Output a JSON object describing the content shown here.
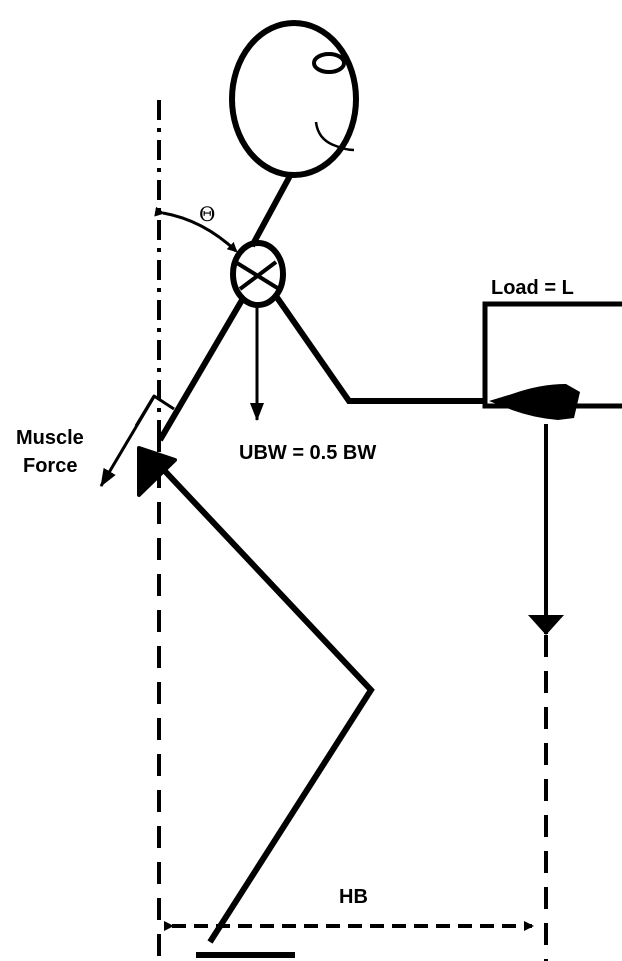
{
  "labels": {
    "theta": "Θ",
    "load": "Load = L",
    "muscle_line1": "Muscle",
    "muscle_line2": "Force",
    "ubw": "UBW = 0.5 BW",
    "hb": "HB"
  },
  "colors": {
    "ink": "#000000",
    "background": "#ffffff"
  }
}
